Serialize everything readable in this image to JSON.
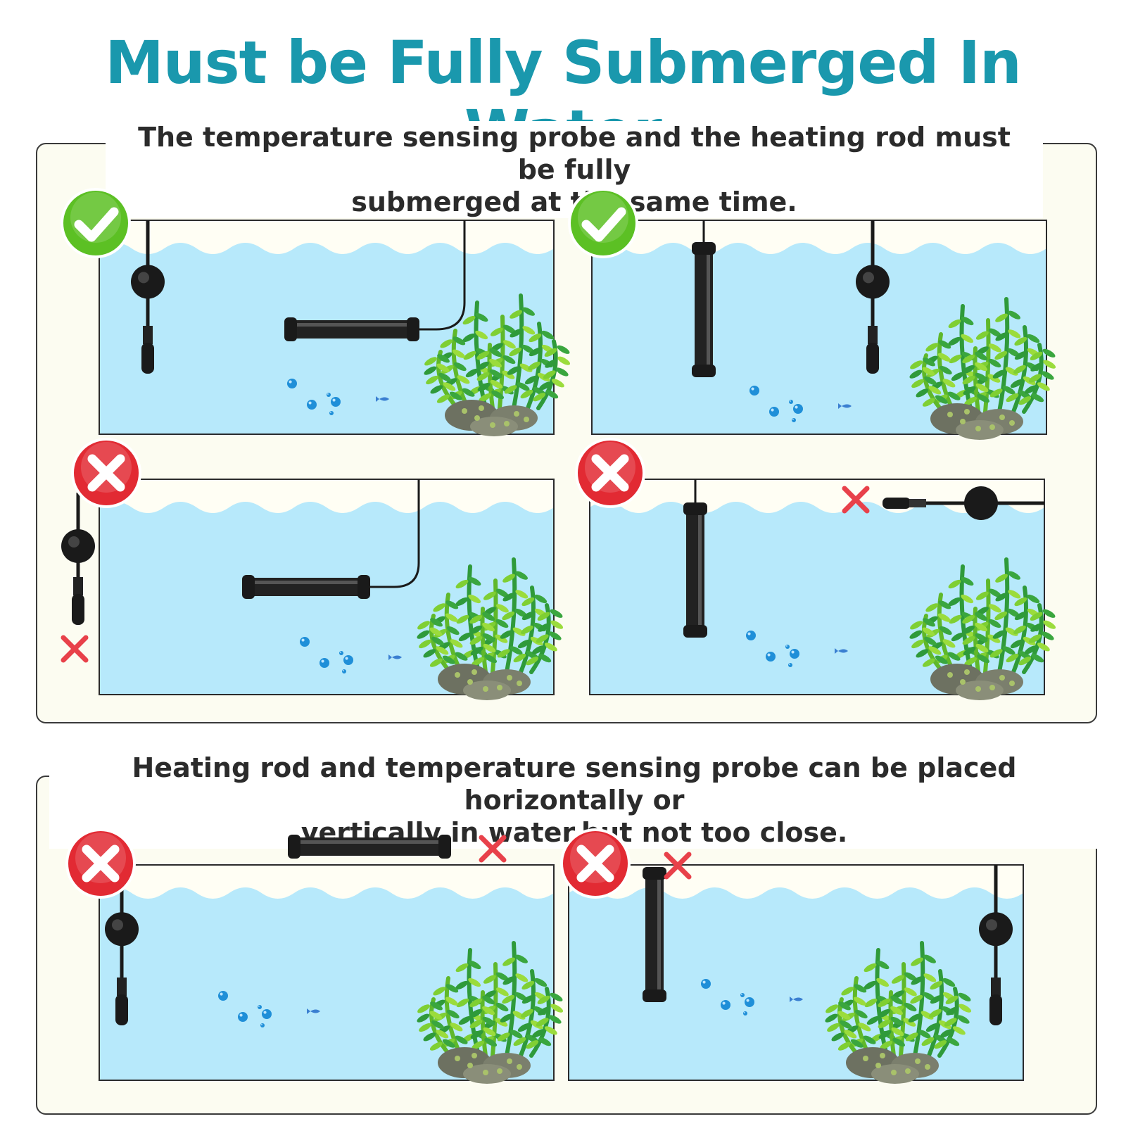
{
  "title": "Must be Fully Submerged In Water",
  "section1": {
    "caption_line1": "The temperature sensing probe and the heating rod must be fully",
    "caption_line2": "submerged at the same time."
  },
  "section2": {
    "caption_line1": "Heating rod and temperature sensing probe can be placed horizontally or",
    "caption_line2": "vertically in water,but not too close."
  },
  "colors": {
    "title": "#1a98ad",
    "water": "#b7e9fb",
    "correct_badge": "#5cc024",
    "wrong_badge": "#e22a33",
    "wrong_mark": "#e8414a"
  },
  "panels": [
    {
      "status": "correct",
      "badge_icon": "checkmark-icon"
    },
    {
      "status": "correct",
      "badge_icon": "checkmark-icon"
    },
    {
      "status": "wrong",
      "badge_icon": "cross-icon"
    },
    {
      "status": "wrong",
      "badge_icon": "cross-icon"
    },
    {
      "status": "wrong",
      "badge_icon": "cross-icon"
    },
    {
      "status": "wrong",
      "badge_icon": "cross-icon"
    }
  ]
}
